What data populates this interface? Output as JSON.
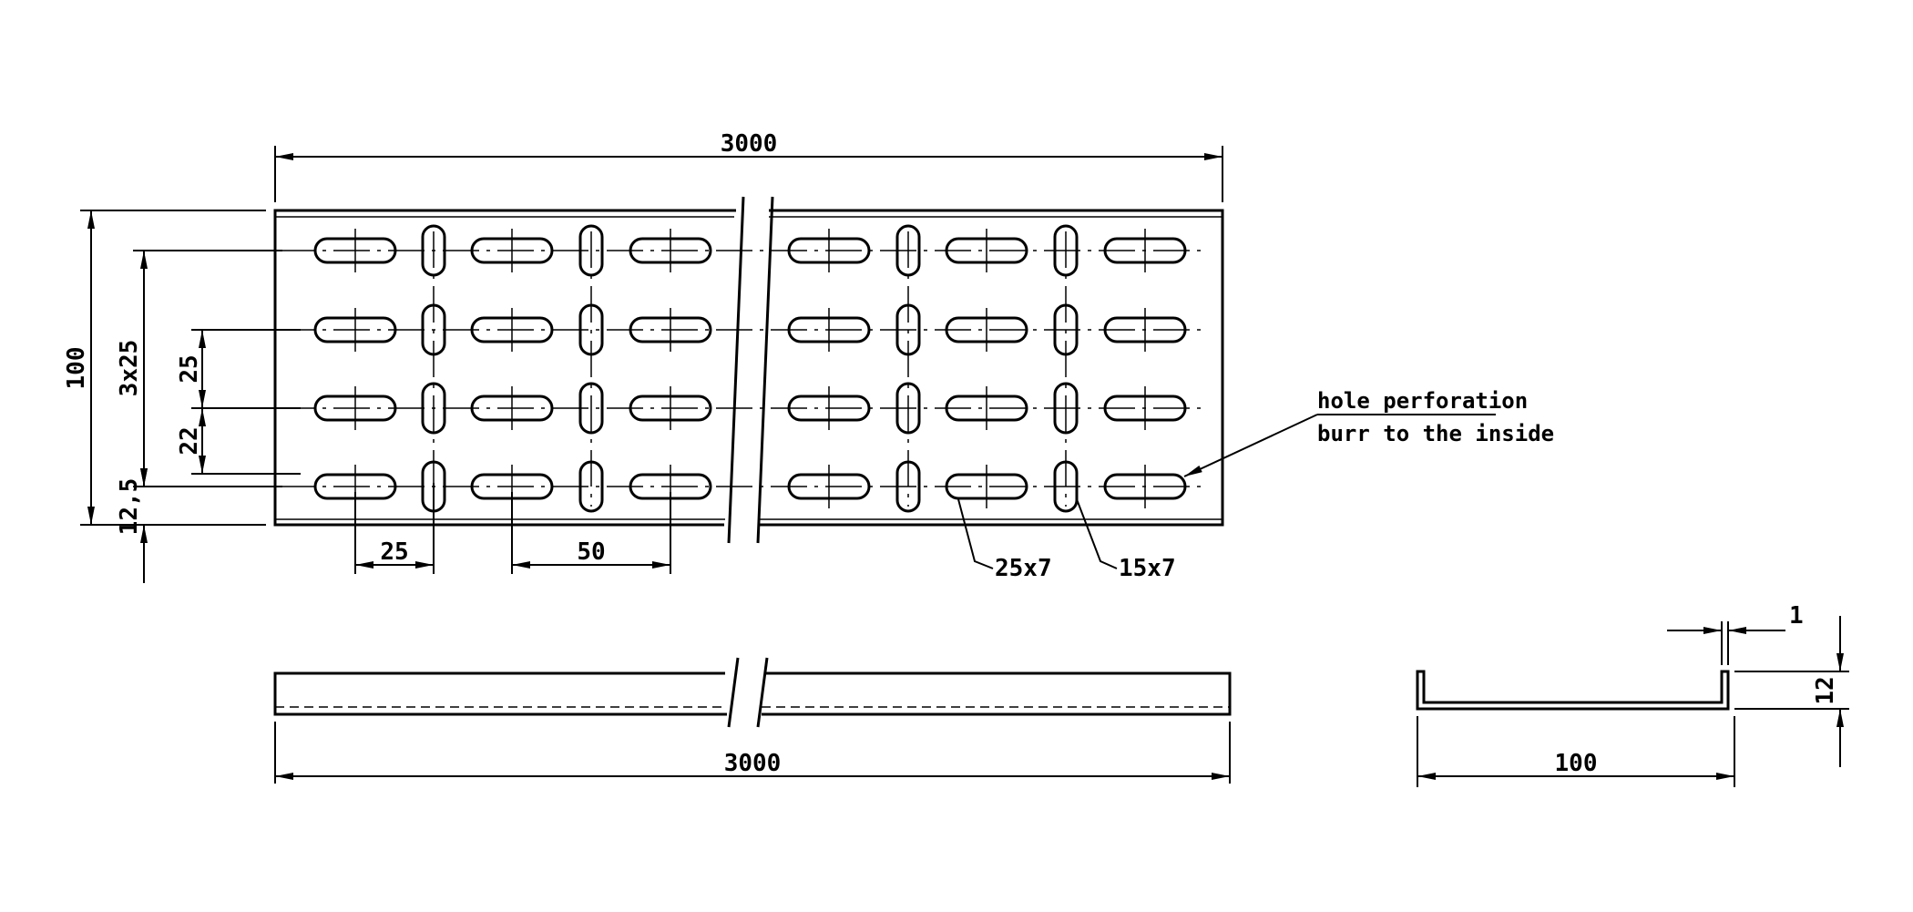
{
  "drawing": {
    "top_view": {
      "length_dim": "3000",
      "width_dim": "100",
      "row_pitch_dim": "3x25",
      "pitch_dim_a": "25",
      "pitch_dim_b": "22",
      "edge_dim": "12,5",
      "slot_spacing_small": "25",
      "slot_spacing_large": "50",
      "slot_label_long": "25x7",
      "slot_label_short": "15x7",
      "note_line1": "hole perforation",
      "note_line2": "burr to the inside"
    },
    "side_view": {
      "length_dim": "3000"
    },
    "section_view": {
      "width_dim": "100",
      "height_dim": "12",
      "thickness_dim": "1"
    }
  }
}
